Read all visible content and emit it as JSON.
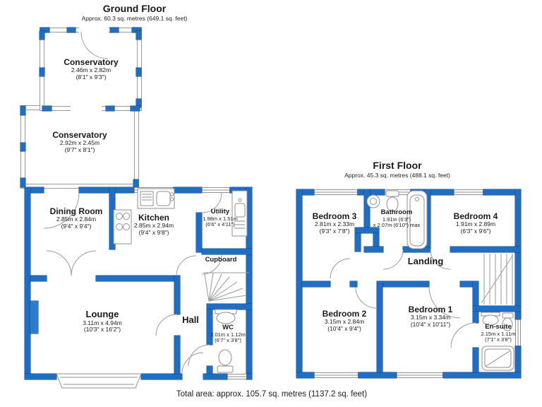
{
  "colors": {
    "wall_blue": "#1f6ec4",
    "outline_gray": "#8f8f8f",
    "text": "#1a1a1a"
  },
  "ground_floor": {
    "title": "Ground Floor",
    "subtitle": "Approx. 60.3 sq. metres (649.1 sq. feet)",
    "rooms": {
      "conservatory_top": {
        "name": "Conservatory",
        "m": "2.46m x 2.82m",
        "ft": "(8'1\" x 9'3\")"
      },
      "conservatory_mid": {
        "name": "Conservatory",
        "m": "2.92m x 2.45m",
        "ft": "(9'7\" x 8'1\")"
      },
      "dining": {
        "name": "Dining Room",
        "m": "2.85m x 2.84m",
        "ft": "(9'4\" x 9'4\")"
      },
      "kitchen": {
        "name": "Kitchen",
        "m": "2.85m x 2.94m",
        "ft": "(9'4\" x 9'8\")"
      },
      "utility": {
        "name": "Utility",
        "m": "1.98m x 1.51m",
        "ft": "(6'6\" x 4'11\")"
      },
      "cupboard": {
        "name": "Cupboard"
      },
      "lounge": {
        "name": "Lounge",
        "m": "3.11m x 4.94m",
        "ft": "(10'3\" x 16'2\")"
      },
      "hall": {
        "name": "Hall"
      },
      "wc": {
        "name": "WC",
        "m": "2.01m x 1.12m",
        "ft": "(6'7\" x 3'8\")"
      }
    },
    "fixtures": [
      "kitchen-sink",
      "stove",
      "utility-sink",
      "wc-basin",
      "wc-toilet",
      "stairs",
      "bay-window"
    ]
  },
  "first_floor": {
    "title": "First Floor",
    "subtitle": "Approx. 45.3 sq. metres (488.1 sq. feet)",
    "rooms": {
      "bedroom3": {
        "name": "Bedroom 3",
        "m": "2.81m x 2.33m",
        "ft": "(9'3\" x 7'8\")"
      },
      "bathroom": {
        "name": "Bathroom",
        "m": "1.91m (6'3\")",
        "ft": "x 2.07m (6'10\") max"
      },
      "bedroom4": {
        "name": "Bedroom 4",
        "m": "1.91m x 2.89m",
        "ft": "(6'3\" x 9'6\")"
      },
      "landing": {
        "name": "Landing"
      },
      "bedroom2": {
        "name": "Bedroom 2",
        "m": "3.15m x 2.84m",
        "ft": "(10'4\" x 9'4\")"
      },
      "bedroom1": {
        "name": "Bedroom 1",
        "m": "3.15m x 3.34m",
        "ft": "(10'4\" x 10'11\")"
      },
      "ensuite": {
        "name": "En-suite",
        "m": "2.15m x 1.11m",
        "ft": "(7'1\" x 3'8\")"
      }
    },
    "fixtures": [
      "bathroom-basin",
      "bathroom-toilet",
      "bathtub",
      "ensuite-basin",
      "ensuite-toilet",
      "shower-tray",
      "stairs"
    ]
  },
  "footer": {
    "total_area": "Total area: approx. 105.7 sq. metres (1137.2 sq. feet)"
  }
}
